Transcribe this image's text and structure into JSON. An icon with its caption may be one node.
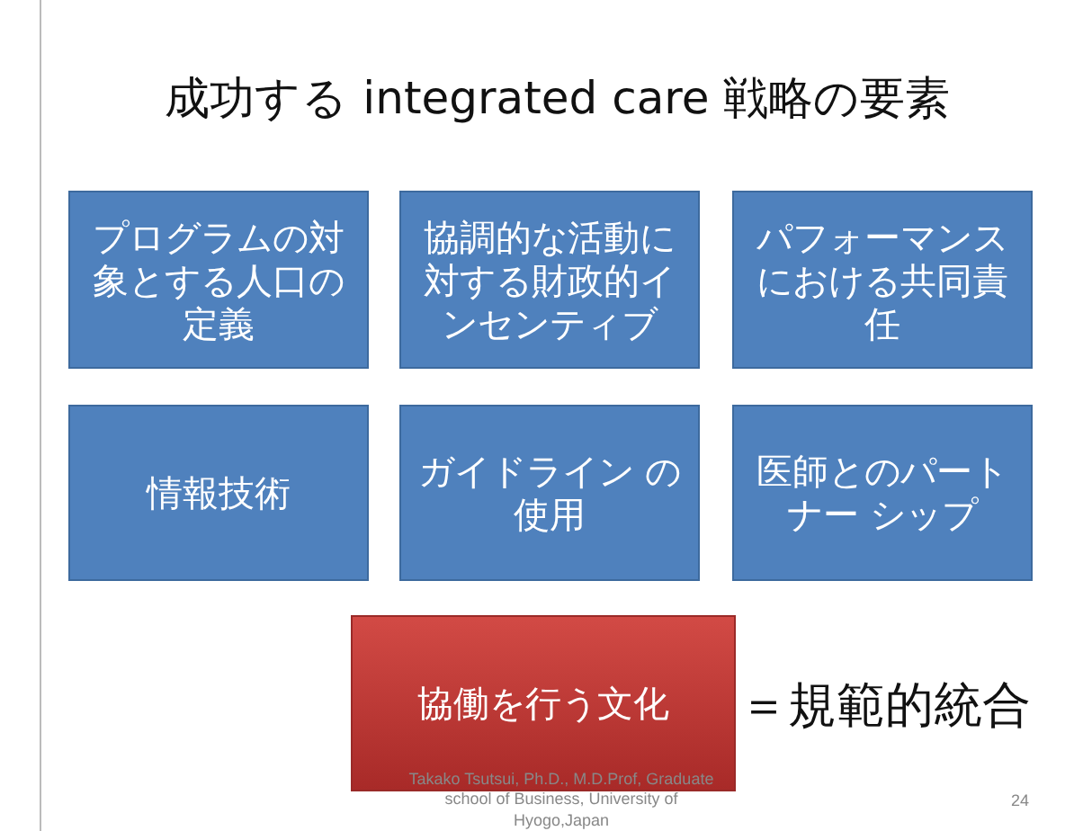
{
  "diagram": {
    "title": "成功する integrated care 戦略の要素",
    "nodes": [
      {
        "text": [
          "プログラムの対象とする人口の定義"
        ]
      },
      {
        "text": [
          "協調的な活動に対する財政的インセンティブ"
        ]
      },
      {
        "text": [
          "パフォーマンスにおける共同責任"
        ]
      },
      {
        "text": [
          "情報技術"
        ]
      },
      {
        "text": [
          "ガイドライン の使用"
        ]
      },
      {
        "text": [
          "医師とのパートナー シップ"
        ]
      },
      {
        "text": [
          "協働を行う文化"
        ],
        "beside": [
          "＝規範的統合"
        ]
      }
    ],
    "labels": [
      "Takako Tsutsui, Ph.D., M.D.Prof, Graduate school of Business, University of Hyogo,Japan",
      "24"
    ]
  }
}
